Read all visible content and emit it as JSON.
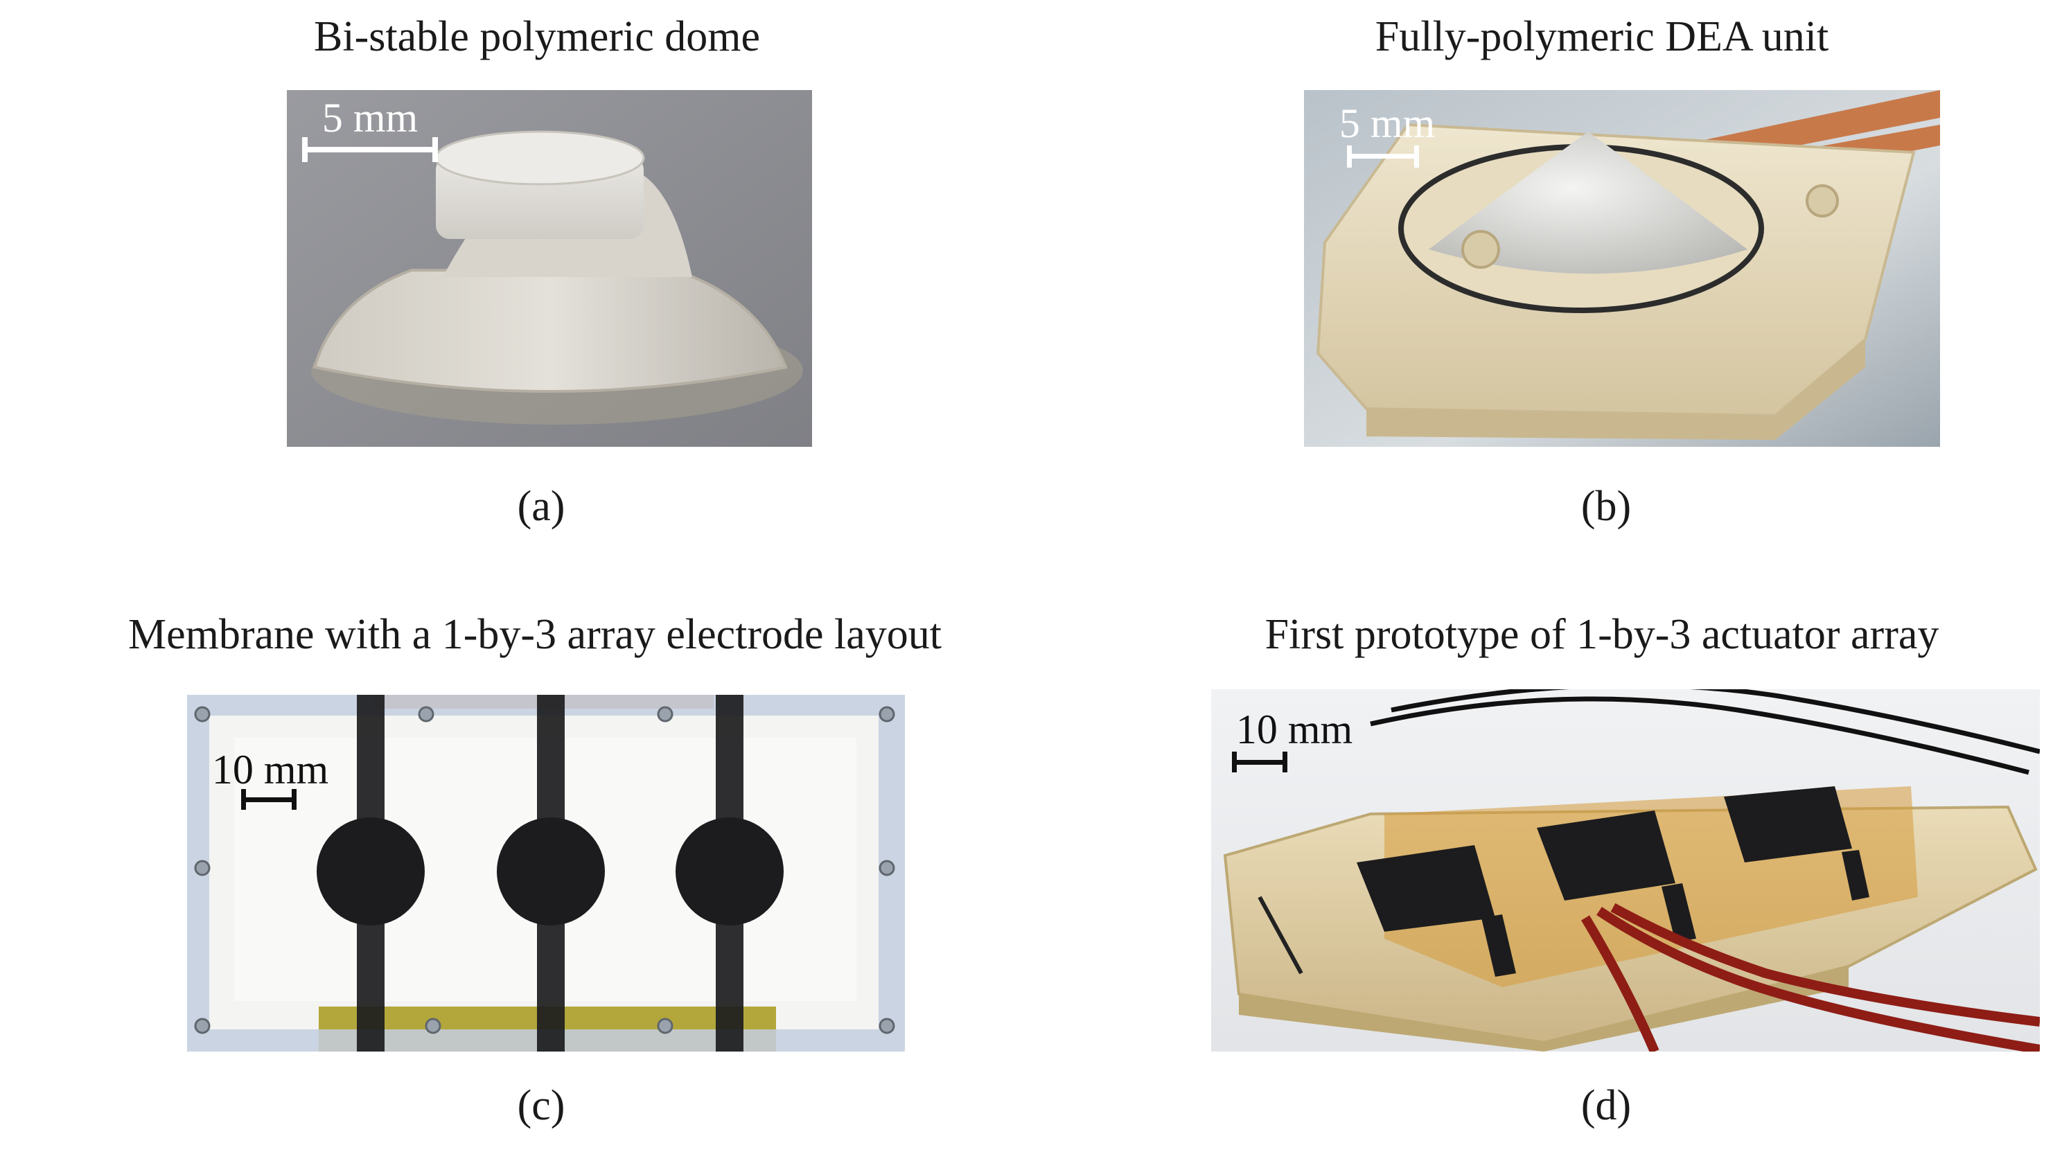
{
  "panels": [
    {
      "title": "Bi-stable polymeric dome",
      "label": "(a)",
      "scale": "5 mm"
    },
    {
      "title": "Fully-polymeric DEA unit",
      "label": "(b)",
      "scale": "5 mm"
    },
    {
      "title": "Membrane with a 1-by-3 array electrode layout",
      "label": "(c)",
      "scale": "10 mm"
    },
    {
      "title": "First prototype of 1-by-3 actuator array",
      "label": "(d)",
      "scale": "10 mm"
    }
  ],
  "colors": {
    "background": "#ffffff",
    "dome_backdrop": "#8e8f94",
    "dome": "#d6d3cc",
    "copper": "#c8794a",
    "electrode": "#1c1c1e",
    "kapton": "#d59a3a",
    "wire_red": "#8e1d16",
    "wire_black": "#111111"
  }
}
